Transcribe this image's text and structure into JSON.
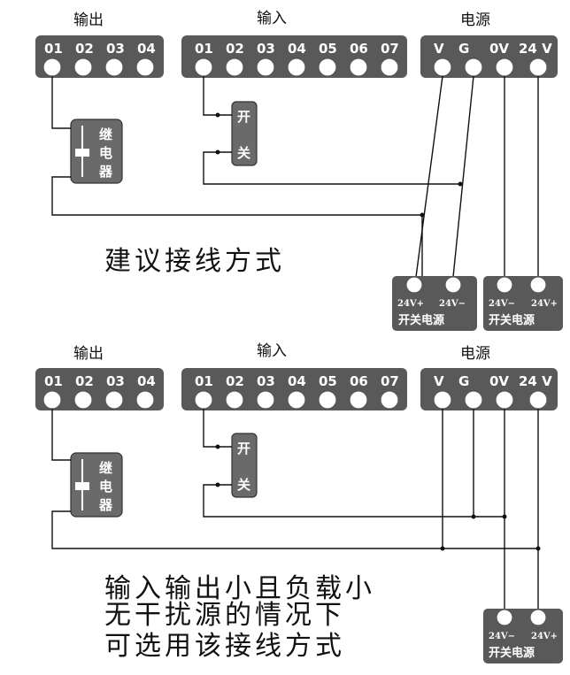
{
  "panel1": {
    "out_title": "输出",
    "in_title": "输入",
    "pwr_title": "电源",
    "out_terms": [
      "01",
      "02",
      "03",
      "04"
    ],
    "in_terms": [
      "01",
      "02",
      "03",
      "04",
      "05",
      "06",
      "07"
    ],
    "pwr_terms": [
      "V",
      "G",
      "0V",
      "24 V"
    ],
    "relay": [
      "继",
      "电",
      "器"
    ],
    "switch": [
      "开",
      "关"
    ],
    "note": "建议接线方式",
    "psu1": {
      "left": "24V+",
      "right": "24V−",
      "label": "开关电源"
    },
    "psu2": {
      "left": "24V−",
      "right": "24V+",
      "label": "开关电源"
    }
  },
  "panel2": {
    "out_title": "输出",
    "in_title": "输入",
    "pwr_title": "电源",
    "out_terms": [
      "01",
      "02",
      "03",
      "04"
    ],
    "in_terms": [
      "01",
      "02",
      "03",
      "04",
      "05",
      "06",
      "07"
    ],
    "pwr_terms": [
      "V",
      "G",
      "0V",
      "24 V"
    ],
    "relay": [
      "继",
      "电",
      "器"
    ],
    "switch": [
      "开",
      "关"
    ],
    "note_lines": [
      "输入输出小且负载小",
      "无干扰源的情况下",
      "可选用该接线方式"
    ],
    "psu": {
      "left": "24V−",
      "right": "24V+",
      "label": "开关电源"
    }
  }
}
